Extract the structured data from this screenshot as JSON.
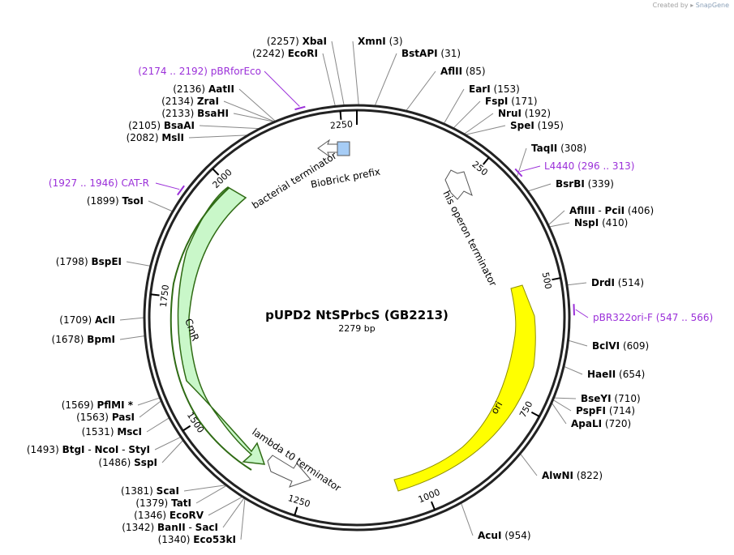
{
  "credit": {
    "created_by": "Created by",
    "brand": "SnapGene"
  },
  "plasmid": {
    "name": "pUPD2 NtSPrbcS (GB2213)",
    "length_label": "2279 bp",
    "length": 2279
  },
  "ticks": [
    {
      "pos": 250,
      "label": "250"
    },
    {
      "pos": 500,
      "label": "500"
    },
    {
      "pos": 750,
      "label": "750"
    },
    {
      "pos": 1000,
      "label": "1000"
    },
    {
      "pos": 1250,
      "label": "1250"
    },
    {
      "pos": 1500,
      "label": "1500"
    },
    {
      "pos": 1750,
      "label": "1750"
    },
    {
      "pos": 2000,
      "label": "2000"
    },
    {
      "pos": 2250,
      "label": "2250"
    }
  ],
  "features": [
    {
      "name": "CmR",
      "type": "cds",
      "color": "#c9f7c9",
      "outline": "#3d7a1f",
      "direction": "reverse"
    },
    {
      "name": "ori",
      "type": "origin",
      "color": "#ffff00",
      "outline": "#999900",
      "direction": "forward"
    },
    {
      "name": "his operon terminator",
      "type": "terminator",
      "color": "#ffffff",
      "outline": "#555555"
    },
    {
      "name": "lambda t0 terminator",
      "type": "terminator",
      "color": "#ffffff",
      "outline": "#555555"
    },
    {
      "name": "bacterial terminator",
      "type": "terminator",
      "color": "#ffffff",
      "outline": "#555555"
    },
    {
      "name": "BioBrick prefix",
      "type": "misc",
      "color": "#a6ccf5",
      "outline": "#555555"
    }
  ],
  "sites": [
    {
      "enzymes": [
        "XbaI"
      ],
      "pos": "(2257)"
    },
    {
      "enzymes": [
        "XmnI"
      ],
      "pos": "(3)"
    },
    {
      "enzymes": [
        "EcoRI"
      ],
      "pos": "(2242)"
    },
    {
      "enzymes": [
        "BstAPI"
      ],
      "pos": "(31)"
    },
    {
      "enzymes": [
        "AflII"
      ],
      "pos": "(85)"
    },
    {
      "enzymes": [
        "AatII"
      ],
      "pos": "(2136)"
    },
    {
      "enzymes": [
        "EarI"
      ],
      "pos": "(153)"
    },
    {
      "enzymes": [
        "ZraI"
      ],
      "pos": "(2134)"
    },
    {
      "enzymes": [
        "FspI"
      ],
      "pos": "(171)"
    },
    {
      "enzymes": [
        "BsaHI"
      ],
      "pos": "(2133)"
    },
    {
      "enzymes": [
        "NruI"
      ],
      "pos": "(192)"
    },
    {
      "enzymes": [
        "BsaAI"
      ],
      "pos": "(2105)"
    },
    {
      "enzymes": [
        "SpeI"
      ],
      "pos": "(195)"
    },
    {
      "enzymes": [
        "MslI"
      ],
      "pos": "(2082)"
    },
    {
      "enzymes": [
        "TaqII"
      ],
      "pos": "(308)"
    },
    {
      "enzymes": [
        "BsrBI"
      ],
      "pos": "(339)"
    },
    {
      "enzymes": [
        "TsoI"
      ],
      "pos": "(1899)"
    },
    {
      "enzymes": [
        "AflIII",
        "PciI"
      ],
      "pos": "(406)"
    },
    {
      "enzymes": [
        "NspI"
      ],
      "pos": "(410)"
    },
    {
      "enzymes": [
        "BspEI"
      ],
      "pos": "(1798)"
    },
    {
      "enzymes": [
        "DrdI"
      ],
      "pos": "(514)"
    },
    {
      "enzymes": [
        "AclI"
      ],
      "pos": "(1709)"
    },
    {
      "enzymes": [
        "BpmI"
      ],
      "pos": "(1678)"
    },
    {
      "enzymes": [
        "BclVI"
      ],
      "pos": "(609)"
    },
    {
      "enzymes": [
        "HaeII"
      ],
      "pos": "(654)"
    },
    {
      "enzymes": [
        "PflMI *"
      ],
      "pos": "(1569)"
    },
    {
      "enzymes": [
        "BseYI"
      ],
      "pos": "(710)"
    },
    {
      "enzymes": [
        "PasI"
      ],
      "pos": "(1563)"
    },
    {
      "enzymes": [
        "PspFI"
      ],
      "pos": "(714)"
    },
    {
      "enzymes": [
        "ApaLI"
      ],
      "pos": "(720)"
    },
    {
      "enzymes": [
        "MscI"
      ],
      "pos": "(1531)"
    },
    {
      "enzymes": [
        "BtgI",
        "NcoI",
        "StyI"
      ],
      "pos": "(1493)"
    },
    {
      "enzymes": [
        "SspI"
      ],
      "pos": "(1486)"
    },
    {
      "enzymes": [
        "AlwNI"
      ],
      "pos": "(822)"
    },
    {
      "enzymes": [
        "ScaI"
      ],
      "pos": "(1381)"
    },
    {
      "enzymes": [
        "TatI"
      ],
      "pos": "(1379)"
    },
    {
      "enzymes": [
        "EcoRV"
      ],
      "pos": "(1346)"
    },
    {
      "enzymes": [
        "BanII",
        "SacI"
      ],
      "pos": "(1342)"
    },
    {
      "enzymes": [
        "Eco53kI"
      ],
      "pos": "(1340)"
    },
    {
      "enzymes": [
        "AcuI"
      ],
      "pos": "(954)"
    }
  ],
  "primers": [
    {
      "name": "pBRforEco",
      "range": "(2174 .. 2192)"
    },
    {
      "name": "CAT-R",
      "range": "(1927 .. 1946)"
    },
    {
      "name": "L4440",
      "range": "(296 .. 313)"
    },
    {
      "name": "pBR322ori-F",
      "range": "(547 .. 566)"
    }
  ]
}
